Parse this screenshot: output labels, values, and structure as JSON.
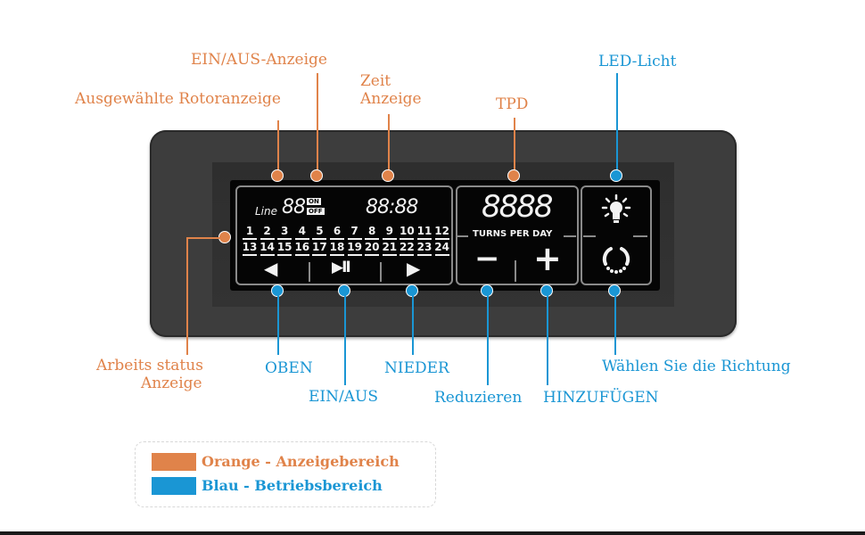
{
  "colors": {
    "orange": "#e0834a",
    "blue": "#1a96d4",
    "device_body": "#3d3d3d",
    "screen": "#050505"
  },
  "annotations": {
    "orange": {
      "rotor_display": "Ausgewählte Rotoranzeige",
      "on_off_display": "EIN/AUS-Anzeige",
      "time_display_line1": "Zeit",
      "time_display_line2": "Anzeige",
      "tpd": "TPD",
      "work_status_line1": "Arbeits status",
      "work_status_line2": "Anzeige"
    },
    "blue": {
      "led_light": "LED-Licht",
      "up": "OBEN",
      "on_off": "EIN/AUS",
      "down": "NIEDER",
      "reduce": "Reduzieren",
      "add": "HINZUFÜGEN",
      "direction": "Wählen Sie die Richtung"
    }
  },
  "lcd": {
    "line_label": "Line",
    "line_digits": "88",
    "on_label": "ON",
    "off_label": "OFF",
    "time": "88:88",
    "tpd_digits": "8888",
    "tpd_caption": "TURNS PER DAY",
    "rotors_row1": [
      "1",
      "2",
      "3",
      "4",
      "5",
      "6",
      "7",
      "8",
      "9",
      "10",
      "11",
      "12"
    ],
    "rotors_row2": [
      "13",
      "14",
      "15",
      "16",
      "17",
      "18",
      "19",
      "20",
      "21",
      "22",
      "23",
      "24"
    ],
    "buttons": {
      "up_icon": "◀",
      "play_pause_icon": "▶II",
      "down_icon": "▶",
      "minus": "−",
      "plus": "+"
    }
  },
  "legend": {
    "orange_label": "Orange - Anzeigebereich",
    "blue_label": "Blau - Betriebsbereich"
  }
}
